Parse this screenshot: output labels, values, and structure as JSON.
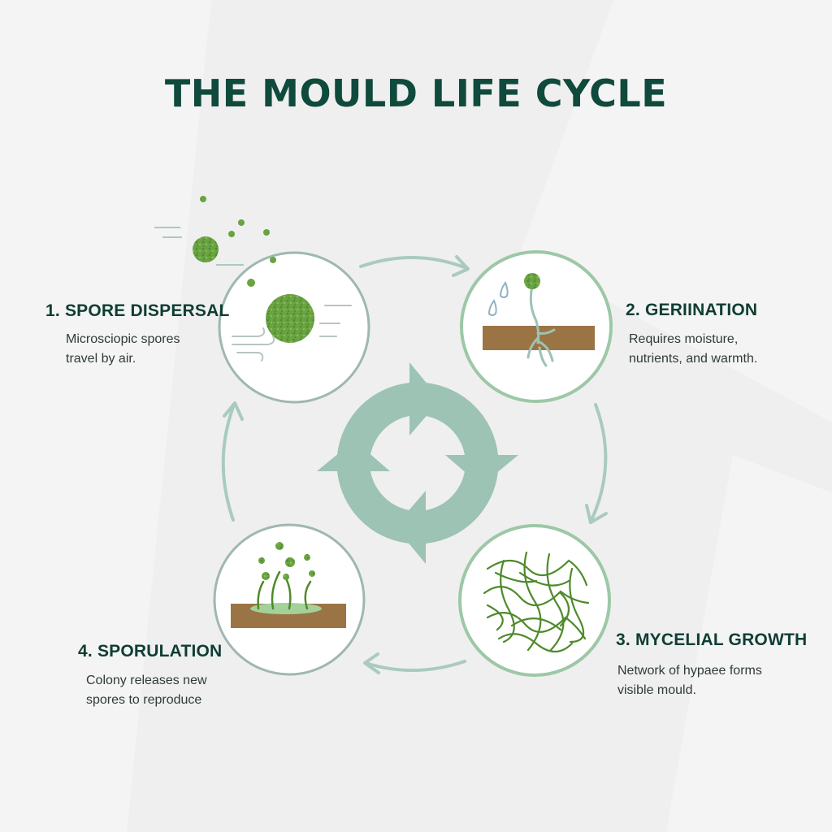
{
  "title": "THE MOULD LIFE CYCLE",
  "colors": {
    "title": "#0f4a3c",
    "step_title": "#0f3d33",
    "arrow": "#9cc3b4",
    "spore": "#6aa342",
    "soil": "#9b7446",
    "hyphae": "#4f8a2b"
  },
  "steps": [
    {
      "label": "1. SPORE DISPERSAL",
      "description": "Microsciopic spores travel by air.",
      "icon": "spore-wind-icon"
    },
    {
      "label": "2. GERIINATION",
      "description": "Requires moisture, nutrients, and warmth.",
      "icon": "germinating-spore-icon"
    },
    {
      "label": "3. MYCELIAL GROWTH",
      "description": "Network of hypaee forms visible mould.",
      "icon": "hyphae-network-icon"
    },
    {
      "label": "4. SPORULATION",
      "description": "Colony releases new spores to reproduce",
      "icon": "sporulating-colony-icon"
    }
  ]
}
